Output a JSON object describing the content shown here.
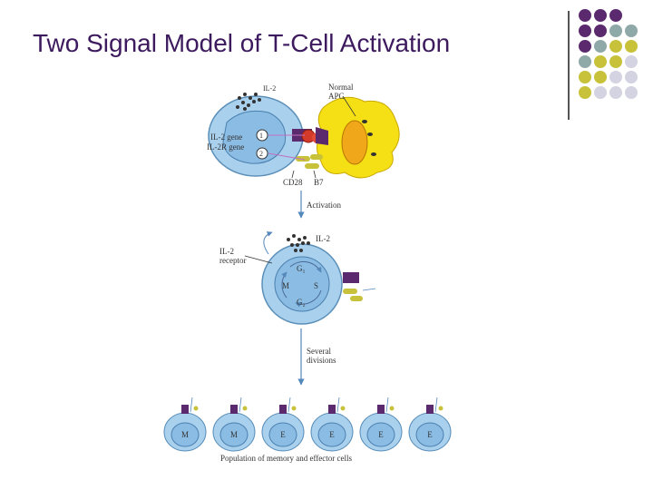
{
  "slide": {
    "title": "Two Signal Model of T-Cell Activation"
  },
  "colors": {
    "title": "#3d1a5e",
    "purple": "#5b2a6e",
    "teal": "#8fa8a8",
    "olive": "#c7c23a",
    "lavender": "#d3d3e2",
    "cell_blue": "#a9d1ee",
    "nucleus_blue": "#8bbce3",
    "apc_yellow": "#f5e016"
  },
  "decor": {
    "dot_rows": [
      [
        "purple",
        "purple",
        "purple",
        null
      ],
      [
        "purple",
        "purple",
        "teal",
        "teal"
      ],
      [
        "purple",
        "teal",
        "olive",
        "olive"
      ],
      [
        "teal",
        "olive",
        "olive",
        "lavender"
      ],
      [
        "olive",
        "olive",
        "lavender",
        "lavender"
      ],
      [
        "olive",
        "lavender",
        "lavender",
        "lavender"
      ]
    ]
  },
  "diagram": {
    "labels": {
      "il2_top": "IL-2",
      "normal_apc": "Normal\nAPC",
      "il2_gene": "IL-2 gene",
      "il2r_gene": "IL-2R gene",
      "signal_1": "1",
      "signal_2": "2",
      "cd28": "CD28",
      "b7": "B7",
      "activation": "Activation",
      "il2_mid": "IL-2",
      "il2_receptor": "IL-2\nreceptor",
      "phase_g1": "G₁",
      "phase_m": "M",
      "phase_s": "S",
      "phase_g2": "G₂",
      "several_divisions": "Several\ndivisions",
      "population": "Population of memory and effector cells"
    },
    "daughter_cells": [
      "M",
      "M",
      "E",
      "E",
      "E",
      "E"
    ]
  }
}
